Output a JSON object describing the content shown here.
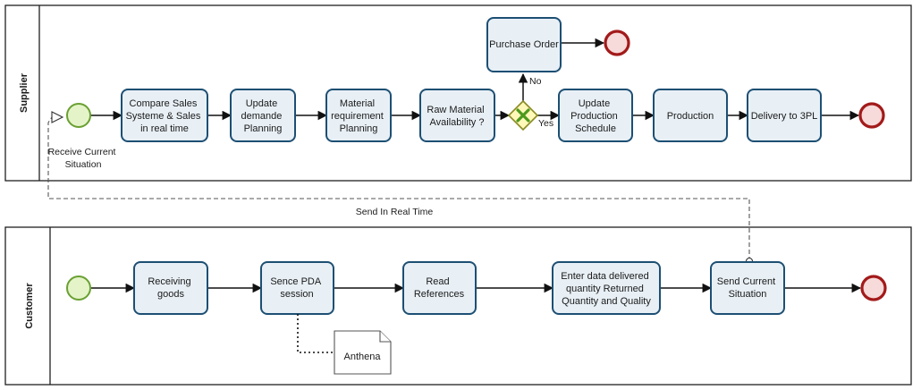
{
  "pools": {
    "supplier": {
      "label": "Supplier"
    },
    "customer": {
      "label": "Customer"
    }
  },
  "supplier": {
    "start_event_label": [
      "Receive Current",
      "Situation"
    ],
    "tasks": {
      "compare_sales": [
        "Compare Sales",
        "Systeme  &  Sales",
        "in real time"
      ],
      "update_demande": [
        "Update",
        "demande",
        "Planning"
      ],
      "material_requirement": [
        "Material",
        "requirement",
        "Planning"
      ],
      "raw_material": [
        "Raw Material",
        "Availability ?"
      ],
      "purchase_order": [
        "Purchase Order"
      ],
      "update_production": [
        "Update",
        "Production",
        "Schedule"
      ],
      "production": [
        "Production"
      ],
      "delivery": [
        "Delivery to 3PL"
      ]
    },
    "gateway": {
      "no_label": "No",
      "yes_label": "Yes"
    }
  },
  "customer": {
    "tasks": {
      "receiving_goods": [
        "Receiving",
        "goods"
      ],
      "sence_pda": [
        "Sence PDA",
        "session"
      ],
      "read_references": [
        "Read",
        "References"
      ],
      "enter_data": [
        "Enter data delivered",
        "quantity  Returned",
        "Quantity and Quality"
      ],
      "send_situation": [
        "Send Current",
        "Situation"
      ]
    },
    "artifact": "Anthena"
  },
  "message_flow_label": "Send  In Real Time",
  "colors": {
    "task_fill": "#e8f0f6",
    "task_stroke": "#1d4f73",
    "start_fill": "#e4f4c8",
    "start_stroke": "#6aa032",
    "end_fill": "#f7dada",
    "end_stroke": "#a31a1a",
    "gateway_fill": "#fff8b8",
    "gateway_x": "#4c9a1e"
  }
}
